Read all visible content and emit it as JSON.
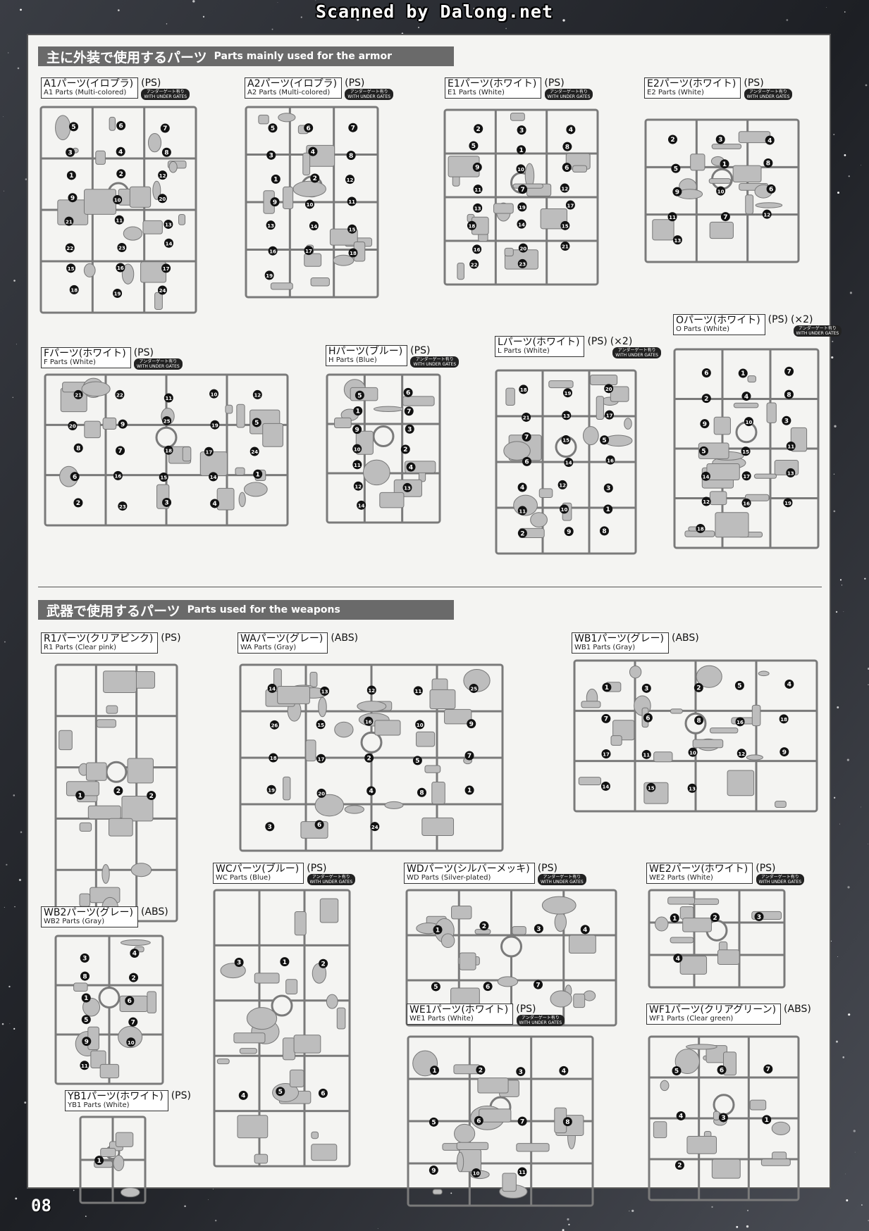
{
  "scan_credit": "Scanned by Dalong.net",
  "page_number": "08",
  "badge_text": {
    "line1": "アンダーゲート有り",
    "line2": "WITH UNDER GATES"
  },
  "sections": {
    "armor": {
      "title_jp": "主に外装で使用するパーツ",
      "title_en": "Parts mainly used for the armor"
    },
    "weapons": {
      "title_jp": "武器で使用するパーツ",
      "title_en": "Parts used for the weapons"
    }
  },
  "parts": {
    "A1": {
      "jp": "A1パーツ(イロプラ)",
      "en": "A1 Parts (Multi-colored)",
      "mat": "(PS)",
      "numbers": [
        "5",
        "6",
        "7",
        "3",
        "4",
        "8",
        "1",
        "2",
        "12",
        "9",
        "10",
        "20",
        "21",
        "11",
        "13",
        "22",
        "23",
        "14",
        "15",
        "16",
        "17",
        "18",
        "19",
        "24"
      ]
    },
    "A2": {
      "jp": "A2パーツ(イロプラ)",
      "en": "A2 Parts (Multi-colored)",
      "mat": "(PS)",
      "numbers": [
        "5",
        "6",
        "7",
        "3",
        "4",
        "8",
        "1",
        "2",
        "12",
        "9",
        "10",
        "11",
        "13",
        "14",
        "15",
        "16",
        "17",
        "18",
        "19"
      ]
    },
    "E1": {
      "jp": "E1パーツ(ホワイト)",
      "en": "E1 Parts (White)",
      "mat": "(PS)",
      "numbers": [
        "2",
        "3",
        "4",
        "5",
        "1",
        "8",
        "9",
        "10",
        "6",
        "11",
        "7",
        "12",
        "13",
        "19",
        "17",
        "18",
        "14",
        "15",
        "16",
        "20",
        "21",
        "22",
        "23"
      ]
    },
    "E2": {
      "jp": "E2パーツ(ホワイト)",
      "en": "E2 Parts (White)",
      "mat": "(PS)",
      "numbers": [
        "2",
        "3",
        "4",
        "5",
        "1",
        "8",
        "9",
        "10",
        "6",
        "11",
        "7",
        "12",
        "13"
      ]
    },
    "F": {
      "jp": "Fパーツ(ホワイト)",
      "en": "F Parts (White)",
      "mat": "(PS)",
      "numbers": [
        "21",
        "22",
        "11",
        "10",
        "12",
        "20",
        "9",
        "25",
        "19",
        "5",
        "8",
        "7",
        "18",
        "17",
        "24",
        "6",
        "16",
        "15",
        "14",
        "1",
        "2",
        "23",
        "3",
        "4"
      ]
    },
    "H": {
      "jp": "Hパーツ(ブルー)",
      "en": "H Parts (Blue)",
      "mat": "(PS)",
      "numbers": [
        "5",
        "6",
        "1",
        "7",
        "9",
        "3",
        "10",
        "2",
        "11",
        "4",
        "12",
        "13",
        "14"
      ]
    },
    "L": {
      "jp": "Lパーツ(ホワイト)",
      "en": "L Parts (White)",
      "mat": "(PS)",
      "qty": "(×2)",
      "numbers": [
        "18",
        "19",
        "20",
        "21",
        "13",
        "17",
        "7",
        "15",
        "5",
        "6",
        "14",
        "16",
        "4",
        "12",
        "3",
        "11",
        "10",
        "1",
        "2",
        "9",
        "8"
      ]
    },
    "O": {
      "jp": "Oパーツ(ホワイト)",
      "en": "O Parts (White)",
      "mat": "(PS)",
      "qty": "(×2)",
      "numbers": [
        "6",
        "1",
        "7",
        "2",
        "4",
        "8",
        "9",
        "10",
        "3",
        "5",
        "15",
        "11",
        "14",
        "17",
        "13",
        "12",
        "16",
        "19",
        "18"
      ]
    },
    "R1": {
      "jp": "R1パーツ(クリアピンク)",
      "en": "R1 Parts (Clear pink)",
      "mat": "(PS)",
      "numbers": [
        "1",
        "2",
        "2"
      ]
    },
    "WA": {
      "jp": "WAパーツ(グレー)",
      "en": "WA Parts (Gray)",
      "mat": "(ABS)",
      "numbers": [
        "14",
        "13",
        "12",
        "11",
        "25",
        "26",
        "15",
        "16",
        "10",
        "9",
        "18",
        "17",
        "2",
        "5",
        "7",
        "19",
        "20",
        "4",
        "8",
        "1",
        "3",
        "6",
        "24"
      ]
    },
    "WB1": {
      "jp": "WB1パーツ(グレー)",
      "en": "WB1 Parts (Gray)",
      "mat": "(ABS)",
      "numbers": [
        "1",
        "3",
        "2",
        "5",
        "4",
        "7",
        "6",
        "8",
        "16",
        "18",
        "17",
        "11",
        "10",
        "12",
        "9",
        "14",
        "15",
        "13"
      ]
    },
    "WB2": {
      "jp": "WB2パーツ(グレー)",
      "en": "WB2 Parts (Gray)",
      "mat": "(ABS)",
      "numbers": [
        "3",
        "4",
        "8",
        "2",
        "1",
        "6",
        "5",
        "7",
        "9",
        "10",
        "11"
      ]
    },
    "WC": {
      "jp": "WCパーツ(ブルー)",
      "en": "WC Parts (Blue)",
      "mat": "(PS)",
      "numbers": [
        "3",
        "1",
        "2",
        "4",
        "5",
        "6"
      ]
    },
    "WD": {
      "jp": "WDパーツ(シルバーメッキ)",
      "en": "WD Parts (Silver-plated)",
      "mat": "(PS)",
      "numbers": [
        "1",
        "2",
        "3",
        "4",
        "5",
        "6",
        "7"
      ]
    },
    "WE2": {
      "jp": "WE2パーツ(ホワイト)",
      "en": "WE2 Parts (White)",
      "mat": "(PS)",
      "numbers": [
        "1",
        "2",
        "3",
        "4"
      ]
    },
    "WE1": {
      "jp": "WE1パーツ(ホワイト)",
      "en": "WE1 Parts (White)",
      "mat": "(PS)",
      "numbers": [
        "1",
        "2",
        "3",
        "4",
        "5",
        "6",
        "7",
        "8",
        "9",
        "10",
        "11"
      ]
    },
    "WF1": {
      "jp": "WF1パーツ(クリアグリーン)",
      "en": "WF1 Parts (Clear green)",
      "mat": "(ABS)",
      "numbers": [
        "5",
        "6",
        "7",
        "4",
        "3",
        "1",
        "2"
      ]
    },
    "YB1": {
      "jp": "YB1パーツ(ホワイト)",
      "en": "YB1 Parts (White)",
      "mat": "(PS)",
      "numbers": [
        "1"
      ]
    }
  }
}
